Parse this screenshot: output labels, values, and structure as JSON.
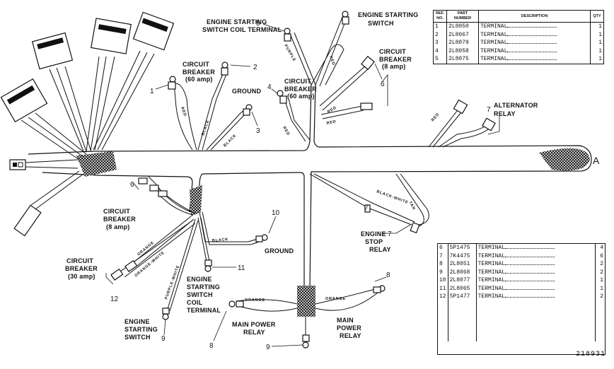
{
  "figure_number": "218931",
  "end_marker": "A",
  "labels": {
    "engine_starting_switch_coil_terminal_top": [
      "ENGINE STARTING",
      "SWITCH COIL TERMINAL"
    ],
    "engine_starting_switch_top": [
      "ENGINE STARTING",
      "SWITCH"
    ],
    "circuit_breaker_60_left": [
      "CIRCUIT",
      "BREAKER",
      "(60 amp)"
    ],
    "ground_top": [
      "GROUND"
    ],
    "circuit_breaker_60_mid": [
      "CIRCUIT",
      "BREAKER",
      "(60 amp)"
    ],
    "circuit_breaker_8_top": [
      "CIRCUIT",
      "BREAKER",
      "(8 amp)"
    ],
    "alternator_relay": [
      "ALTERNATOR",
      "RELAY"
    ],
    "circuit_breaker_8_bottom": [
      "CIRCUIT",
      "BREAKER",
      "(8 amp)"
    ],
    "ground_bottom": [
      "GROUND"
    ],
    "engine_stop_relay": [
      "ENGINE",
      "STOP",
      "RELAY"
    ],
    "circuit_breaker_30": [
      "CIRCUIT",
      "BREAKER",
      "(30 amp)"
    ],
    "engine_starting_switch_coil_terminal_bottom": [
      "ENGINE",
      "STARTING",
      "SWITCH",
      "COIL",
      "TERMINAL"
    ],
    "engine_starting_switch_bottom": [
      "ENGINE",
      "STARTING",
      "SWITCH"
    ],
    "main_power_relay_left": [
      "MAIN POWER",
      "RELAY"
    ],
    "main_power_relay_right": [
      "MAIN",
      "POWER",
      "RELAY"
    ]
  },
  "wire_colors": {
    "purple": "PURPLE",
    "red": "RED",
    "black": "BLACK",
    "orange": "ORANGE",
    "orange_white": "ORANGE-WHITE",
    "purple_white": "PURPLE-WHITE",
    "tan": "TAN",
    "black_white": "BLACK-WHITE"
  },
  "callouts": [
    "1",
    "2",
    "3",
    "4",
    "5",
    "6",
    "6",
    "7",
    "7",
    "8",
    "8",
    "9",
    "9",
    "10",
    "11",
    "12"
  ],
  "table_top": {
    "headers": [
      "REF. NO.",
      "PART NUMBER",
      "DESCRIPTION",
      "QTY"
    ],
    "rows": [
      {
        "ref": "1",
        "part": "2L8050",
        "desc": "TERMINAL",
        "qty": "1"
      },
      {
        "ref": "2",
        "part": "2L8067",
        "desc": "TERMINAL",
        "qty": "1"
      },
      {
        "ref": "3",
        "part": "2L8079",
        "desc": "TERMINAL",
        "qty": "1"
      },
      {
        "ref": "4",
        "part": "2L8058",
        "desc": "TERMINAL",
        "qty": "1"
      },
      {
        "ref": "5",
        "part": "2L8075",
        "desc": "TERMINAL",
        "qty": "1"
      }
    ]
  },
  "table_bottom": {
    "rows": [
      {
        "ref": "6",
        "part": "5P1475",
        "desc": "TERMINAL",
        "qty": "4"
      },
      {
        "ref": "7",
        "part": "7K4475",
        "desc": "TERMINAL",
        "qty": "6"
      },
      {
        "ref": "8",
        "part": "2L8051",
        "desc": "TERMINAL",
        "qty": "2"
      },
      {
        "ref": "9",
        "part": "2L8068",
        "desc": "TERMINAL",
        "qty": "2"
      },
      {
        "ref": "10",
        "part": "2L8077",
        "desc": "TERMINAL",
        "qty": "1"
      },
      {
        "ref": "11",
        "part": "2L8065",
        "desc": "TERMINAL",
        "qty": "1"
      },
      {
        "ref": "12",
        "part": "5P1477",
        "desc": "TERMINAL",
        "qty": "2"
      }
    ]
  }
}
